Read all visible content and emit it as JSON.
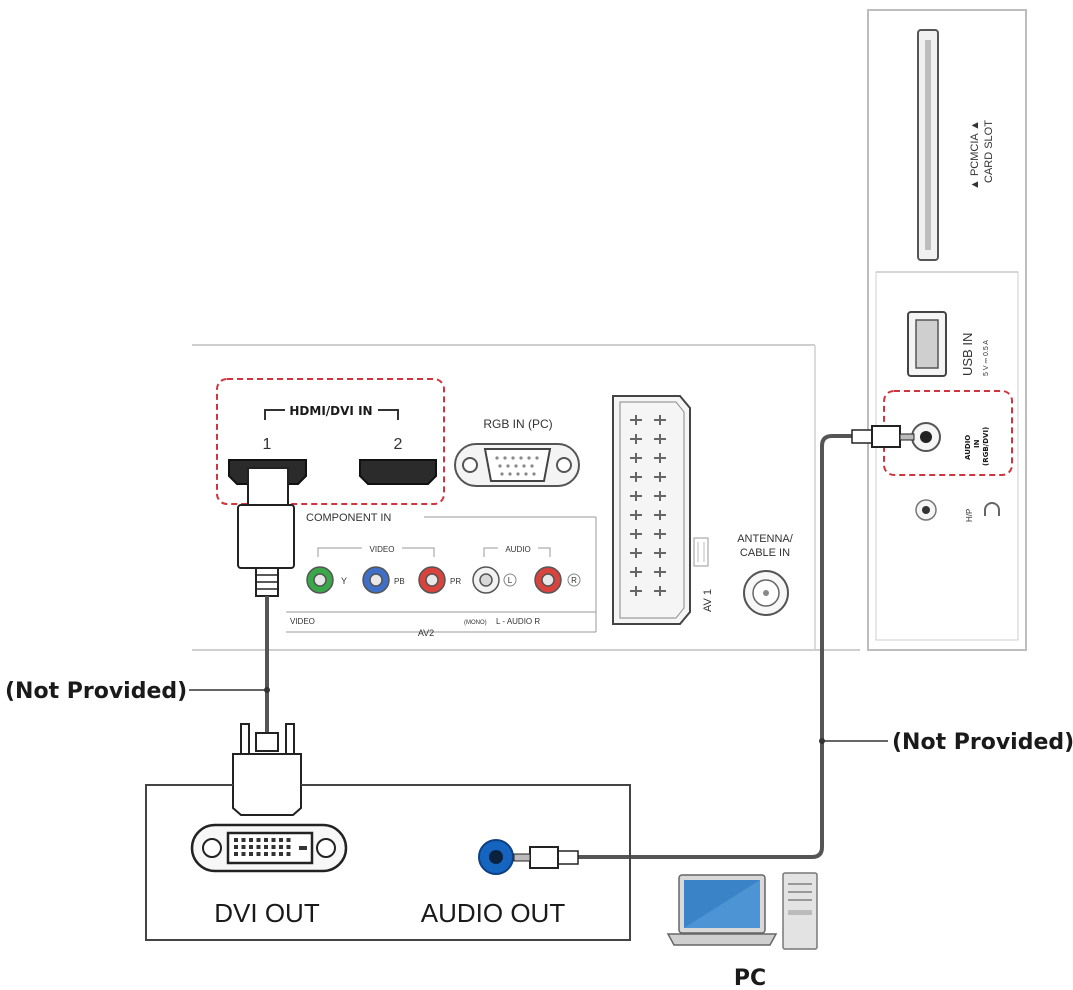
{
  "tv": {
    "hdmi_group_label": "HDMI/DVI IN",
    "hdmi_port1_number": "1",
    "hdmi_port2_number": "2",
    "rgb_label": "RGB IN (PC)",
    "component_label": "COMPONENT IN",
    "video_sub_label": "VIDEO",
    "audio_sub_label": "AUDIO",
    "y_label": "Y",
    "pb_label": "PB",
    "pr_label": "PR",
    "l_label": "L",
    "r_label": "R",
    "video_bottom_label": "VIDEO",
    "av2_label": "AV2",
    "mono_label": "(MONO)",
    "audio_bottom_label": "L - AUDIO R",
    "av1_label": "AV 1",
    "antenna_label_line1": "ANTENNA/",
    "antenna_label_line2": "CABLE IN",
    "pcmcia_line1": "▲ PCMCIA ▲",
    "pcmcia_line2": "CARD SLOT",
    "usb_label": "USB IN",
    "usb_rating": "5 V ⎓ 0.5 A",
    "audio_in_line1": "AUDIO",
    "audio_in_line2": "IN",
    "audio_in_line3": "(RGB/DVI)",
    "hp_label": "H/P"
  },
  "cables": {
    "left_note": "(Not Provided)",
    "right_note": "(Not Provided)"
  },
  "pc": {
    "dvi_out_label": "DVI OUT",
    "audio_out_label": "AUDIO OUT",
    "pc_label": "PC"
  },
  "colors": {
    "dashed_highlight": "#d0353f",
    "cable": "#555555",
    "audio_jack_blue": "#1565c0",
    "component_green": "#3aa84a",
    "component_blue": "#3f6fc6",
    "component_red": "#d9433d",
    "audio_white": "#f2f2f2"
  }
}
